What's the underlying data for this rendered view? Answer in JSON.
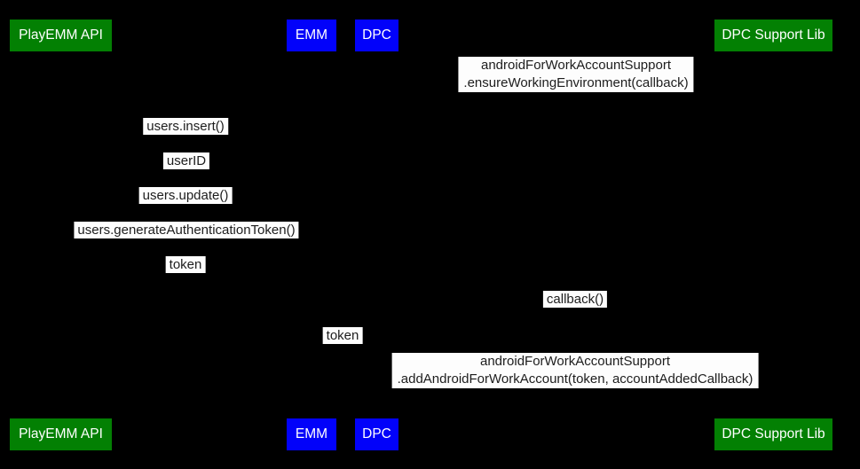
{
  "diagram": {
    "kind": "sequence-diagram",
    "background_color": "#000000",
    "colors": {
      "actor_green": "#038003",
      "actor_blue": "#0202fa",
      "actor_text": "#ffffff",
      "message_background": "#fdfdfd",
      "message_text": "#1d1d1d"
    },
    "actors": [
      {
        "label": "PlayEMM API",
        "color": "#038003"
      },
      {
        "label": "EMM",
        "color": "#0202fa"
      },
      {
        "label": "DPC",
        "color": "#0202fa"
      },
      {
        "label": "DPC Support Lib",
        "color": "#038003"
      }
    ],
    "messages": [
      {
        "lines": [
          "androidForWorkAccountSupport",
          ".ensureWorkingEnvironment(callback)"
        ]
      },
      {
        "lines": [
          "users.insert()"
        ]
      },
      {
        "lines": [
          "userID"
        ]
      },
      {
        "lines": [
          "users.update()"
        ]
      },
      {
        "lines": [
          "users.generateAuthenticationToken()"
        ]
      },
      {
        "lines": [
          "token"
        ]
      },
      {
        "lines": [
          "callback()"
        ]
      },
      {
        "lines": [
          "token"
        ]
      },
      {
        "lines": [
          "androidForWorkAccountSupport",
          ".addAndroidForWorkAccount(token, accountAddedCallback)"
        ]
      }
    ]
  }
}
